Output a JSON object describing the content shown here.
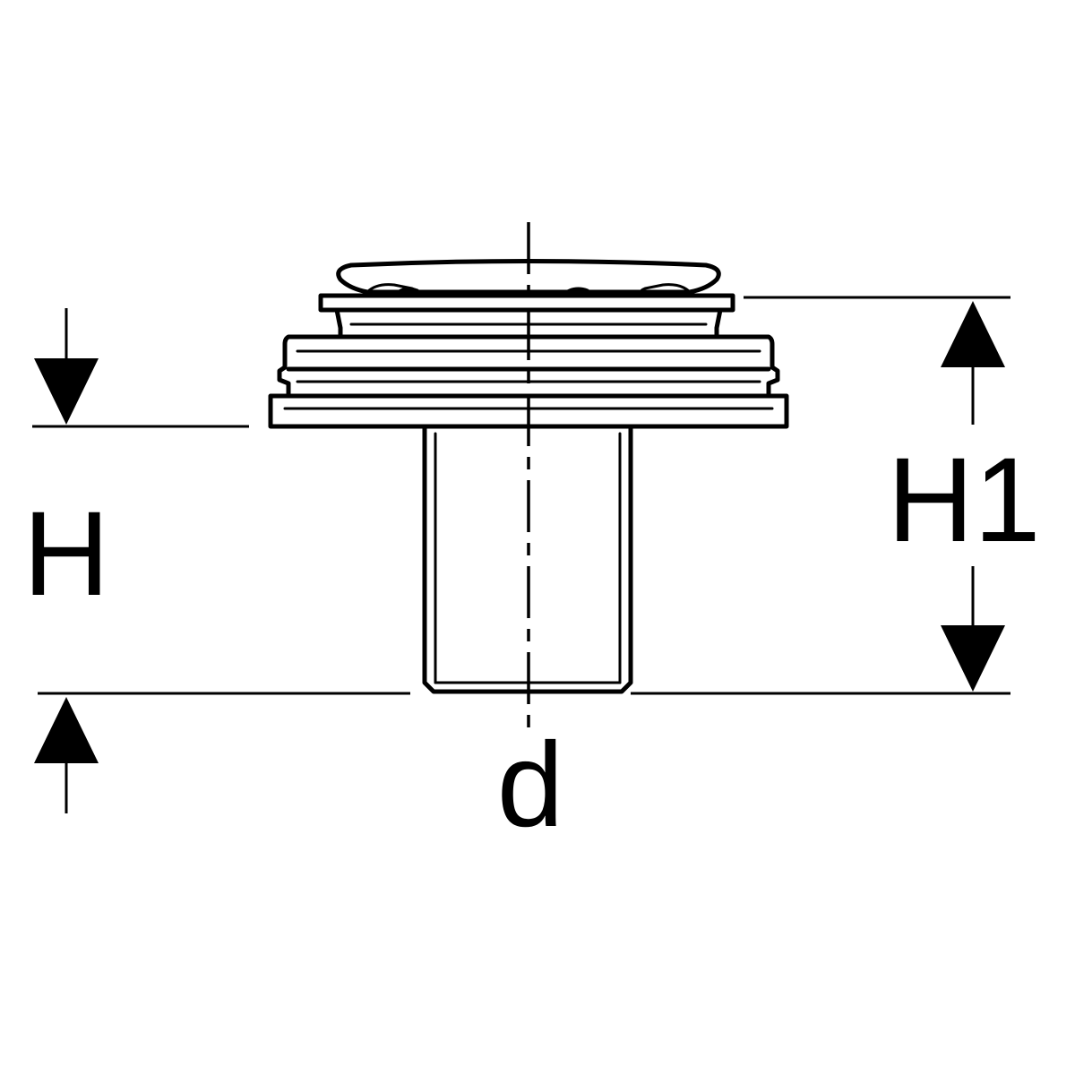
{
  "diagram": {
    "labels": {
      "height_h": "H",
      "height_h1": "H1",
      "diameter": "d"
    },
    "colors": {
      "line": "#000000",
      "background": "#ffffff"
    }
  }
}
